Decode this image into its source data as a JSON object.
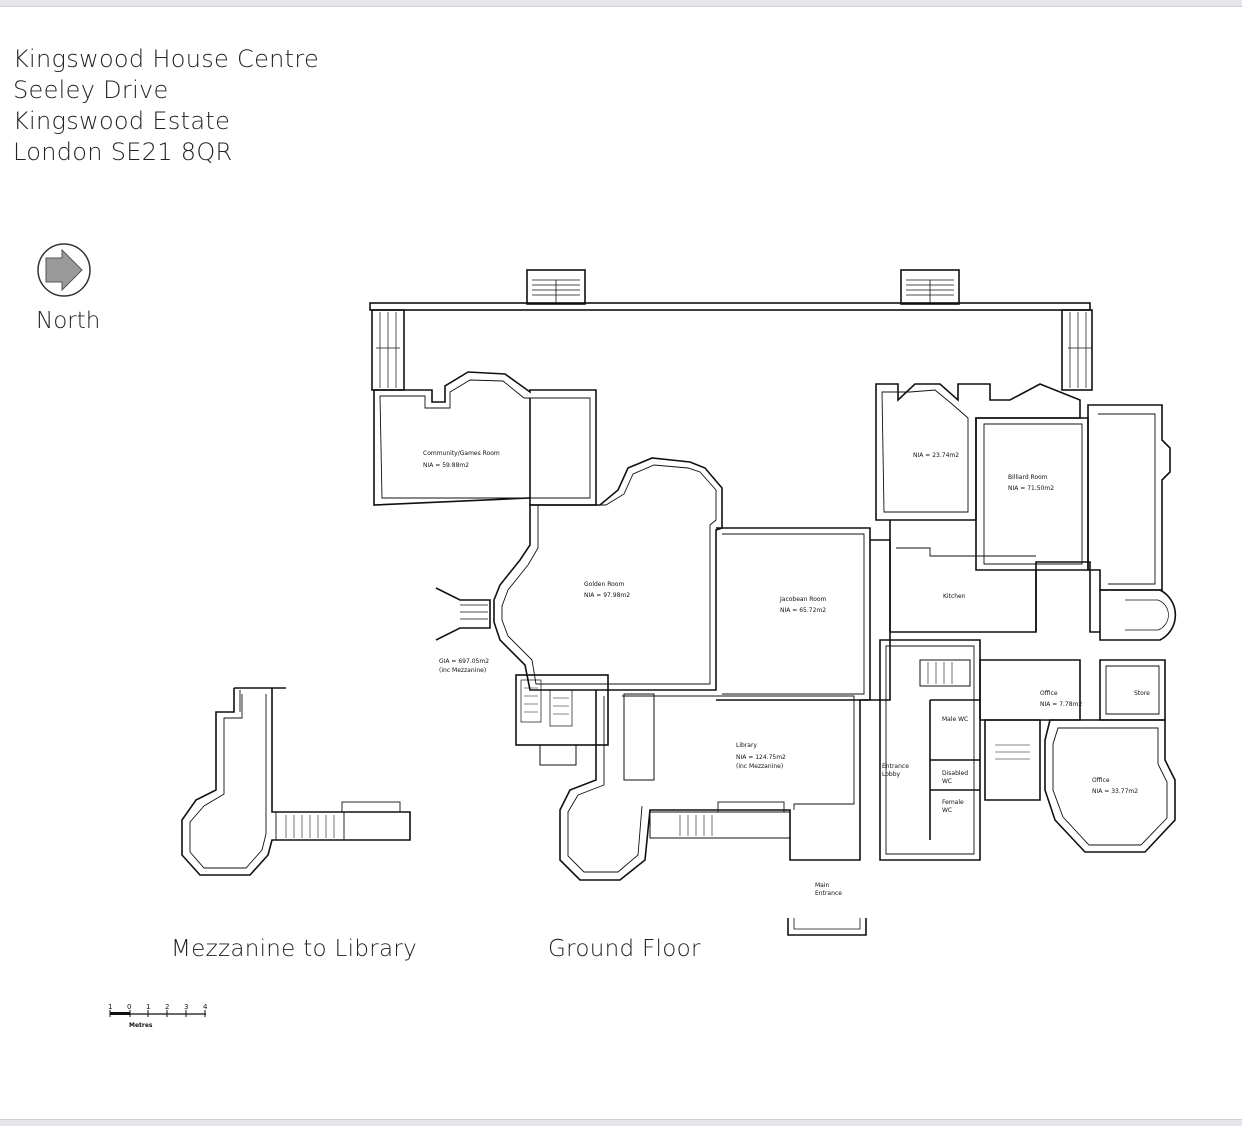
{
  "address": {
    "line1": "Kingswood House Centre",
    "line2": "Seeley Drive",
    "line3": "Kingswood Estate",
    "line4": "London SE21 8QR"
  },
  "north": {
    "label": "North",
    "icon": "north-arrow-icon"
  },
  "captions": {
    "mezzanine": "Mezzanine to Library",
    "ground": "Ground Floor"
  },
  "rooms": {
    "community": {
      "name": "Community/Games Room",
      "area": "NIA = 59.88m2"
    },
    "golden": {
      "name": "Golden Room",
      "area": "NIA = 97.98m2"
    },
    "jacobean": {
      "name": "Jacobean Room",
      "area": "NIA = 65.72m2"
    },
    "nia_small": {
      "area": "NIA = 23.74m2"
    },
    "billiard": {
      "name": "Billiard Room",
      "area": "NIA = 71.50m2"
    },
    "kitchen": {
      "name": "Kitchen"
    },
    "library": {
      "name": "Library",
      "area": "NIA = 124.75m2",
      "note": "(inc Mezzanine)"
    },
    "entrance_lobby": {
      "line1": "Entrance",
      "line2": "Lobby"
    },
    "male_wc": {
      "name": "Male WC"
    },
    "disabled_wc": {
      "line1": "Disabled",
      "line2": "WC"
    },
    "female_wc": {
      "line1": "Female",
      "line2": "WC"
    },
    "office_small": {
      "name": "Office",
      "area": "NIA = 7.78m2"
    },
    "store": {
      "name": "Store"
    },
    "office_large": {
      "name": "Office",
      "area": "NIA = 33.77m2"
    },
    "main_entrance": {
      "line1": "Main",
      "line2": "Entrance"
    },
    "gia": {
      "line1": "GIA = 697.05m2",
      "line2": "(inc Mezzanine)"
    }
  },
  "scale": {
    "ticks": [
      "1",
      "0",
      "1",
      "2",
      "3",
      "4"
    ],
    "unit": "Metres"
  }
}
